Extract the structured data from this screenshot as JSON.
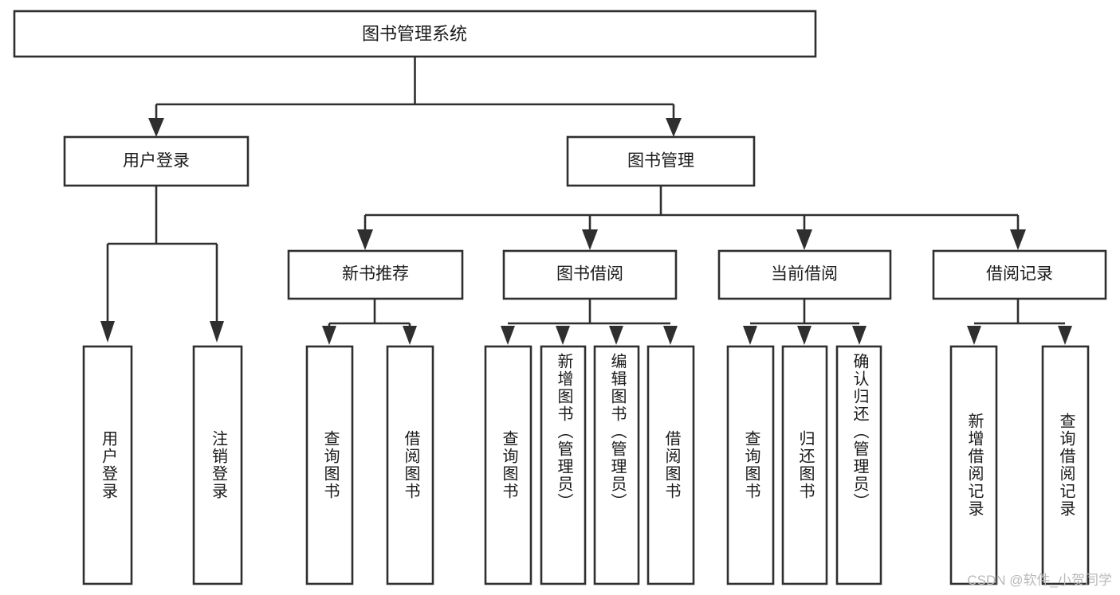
{
  "diagram": {
    "type": "tree-hierarchy",
    "title": "图书管理系统",
    "root": {
      "id": "root",
      "label": "图书管理系统",
      "level": 0
    },
    "level1": [
      {
        "id": "user-login",
        "label": "用户登录"
      },
      {
        "id": "book-management",
        "label": "图书管理"
      }
    ],
    "level2": [
      {
        "id": "new-book-recommend",
        "label": "新书推荐",
        "parent": "book-management"
      },
      {
        "id": "book-borrow",
        "label": "图书借阅",
        "parent": "book-management"
      },
      {
        "id": "current-borrow",
        "label": "当前借阅",
        "parent": "book-management"
      },
      {
        "id": "borrow-record",
        "label": "借阅记录",
        "parent": "book-management"
      }
    ],
    "leaves": {
      "user_login": [
        {
          "id": "leaf-user-login",
          "label": "用户登录"
        },
        {
          "id": "leaf-logout",
          "label": "注销登录"
        }
      ],
      "new_book_recommend": [
        {
          "id": "leaf-query-book-1",
          "label": "查询图书"
        },
        {
          "id": "leaf-borrow-book-1",
          "label": "借阅图书"
        }
      ],
      "book_borrow": [
        {
          "id": "leaf-query-book-2",
          "label": "查询图书"
        },
        {
          "id": "leaf-add-book",
          "label": "新增图书（管理员）"
        },
        {
          "id": "leaf-edit-book",
          "label": "编辑图书（管理员）"
        },
        {
          "id": "leaf-borrow-book-2",
          "label": "借阅图书"
        }
      ],
      "current_borrow": [
        {
          "id": "leaf-query-book-3",
          "label": "查询图书"
        },
        {
          "id": "leaf-return-book",
          "label": "归还图书"
        },
        {
          "id": "leaf-confirm-return",
          "label": "确认归还（管理员）"
        }
      ],
      "borrow_record": [
        {
          "id": "leaf-add-record",
          "label": "新增借阅记录"
        },
        {
          "id": "leaf-query-record",
          "label": "查询借阅记录"
        }
      ]
    },
    "colors": {
      "stroke": "#2f2f2f",
      "fill": "#ffffff",
      "text": "#1a1a1a",
      "background": "#ffffff",
      "watermark": "#b9b9b9"
    }
  },
  "watermark": {
    "text": "CSDN @软件_小贺同学"
  }
}
